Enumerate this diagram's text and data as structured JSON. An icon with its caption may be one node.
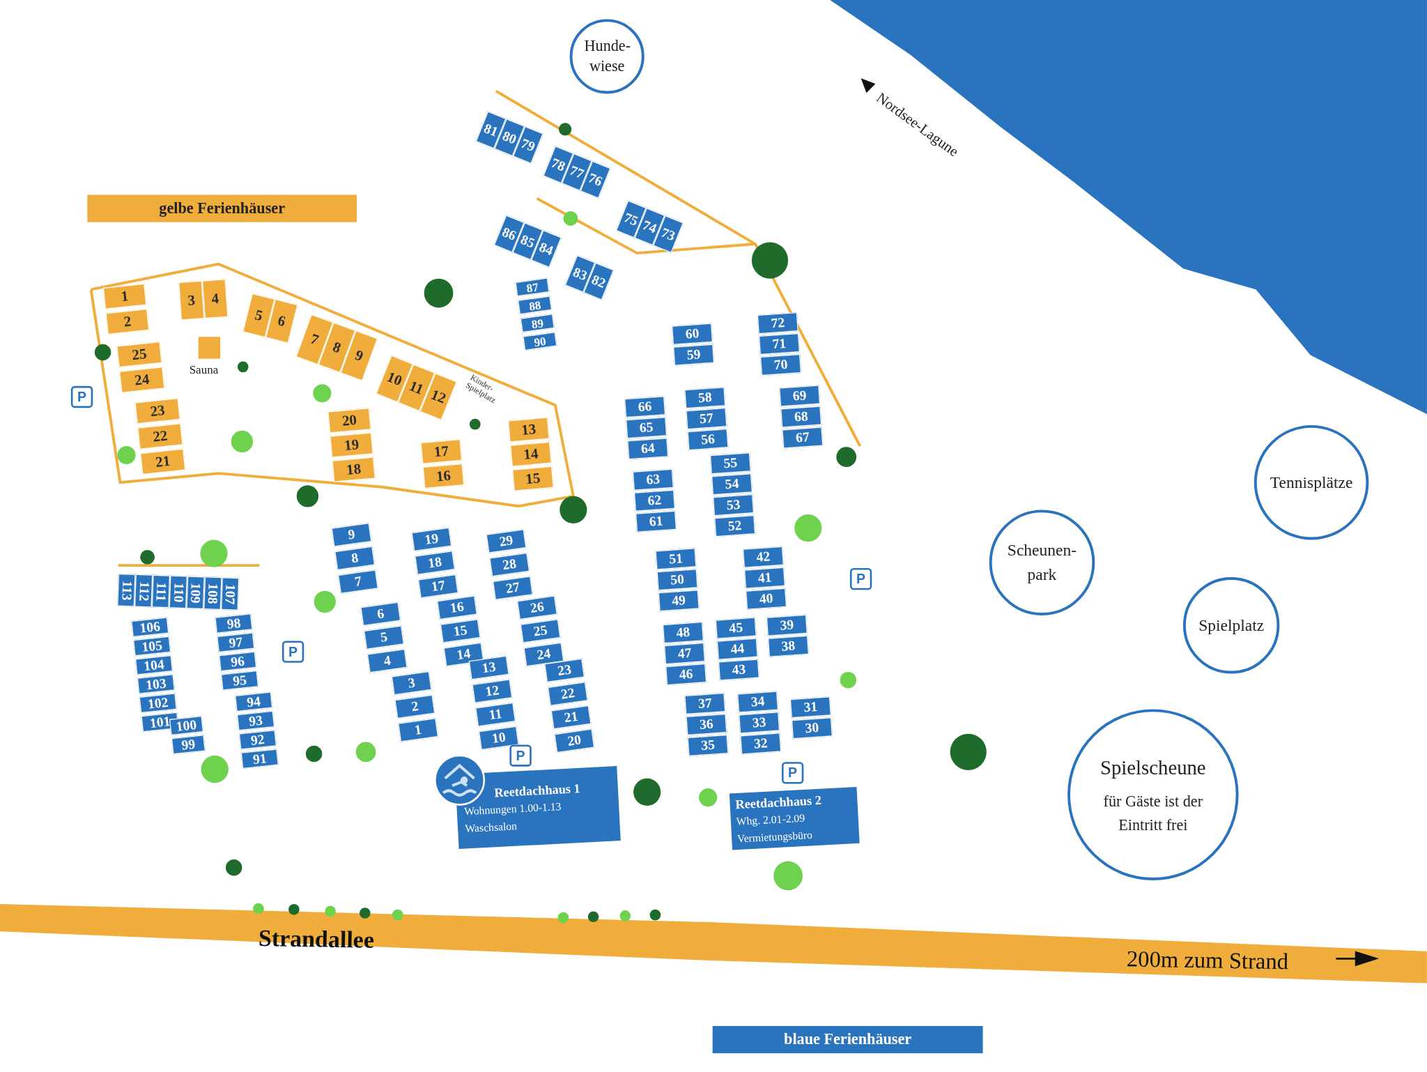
{
  "diagram": {
    "nodes": [
      {
        "text": [
          "Hunde-wiese"
        ]
      },
      {
        "text": [
          "Tennisplätze"
        ]
      },
      {
        "text": [
          "Scheunen-park"
        ]
      },
      {
        "text": [
          "Spielplatz"
        ]
      },
      {
        "text": [
          "Spielscheune",
          "für Gäste ist der Eintritt frei"
        ]
      },
      {
        "text": [
          "Reetdachhaus 1",
          "Wohnungen 1.00-1.13",
          "Waschsalon"
        ]
      },
      {
        "text": [
          "Reetdachhaus 2",
          "Whg. 2.01-2.09",
          "Vermietungsbüro"
        ]
      },
      {
        "text": [],
        "shape": "box",
        "beside": [
          "Sauna"
        ]
      },
      {
        "text": [
          "1"
        ]
      },
      {
        "text": [
          "2"
        ]
      },
      {
        "text": [
          "3"
        ]
      },
      {
        "text": [
          "4"
        ]
      },
      {
        "text": [
          "5"
        ]
      },
      {
        "text": [
          "6"
        ]
      },
      {
        "text": [
          "7"
        ]
      },
      {
        "text": [
          "8"
        ]
      },
      {
        "text": [
          "9"
        ]
      },
      {
        "text": [
          "10"
        ]
      },
      {
        "text": [
          "11"
        ]
      },
      {
        "text": [
          "12"
        ]
      },
      {
        "text": [
          "13"
        ]
      },
      {
        "text": [
          "14"
        ]
      },
      {
        "text": [
          "15"
        ]
      },
      {
        "text": [
          "16"
        ]
      },
      {
        "text": [
          "17"
        ]
      },
      {
        "text": [
          "18"
        ]
      },
      {
        "text": [
          "19"
        ]
      },
      {
        "text": [
          "20"
        ]
      },
      {
        "text": [
          "21"
        ]
      },
      {
        "text": [
          "22"
        ]
      },
      {
        "text": [
          "23"
        ]
      },
      {
        "text": [
          "24"
        ]
      },
      {
        "text": [
          "25"
        ]
      },
      {
        "text": [
          "1"
        ]
      },
      {
        "text": [
          "2"
        ]
      },
      {
        "text": [
          "3"
        ]
      },
      {
        "text": [
          "4"
        ]
      },
      {
        "text": [
          "5"
        ]
      },
      {
        "text": [
          "6"
        ]
      },
      {
        "text": [
          "7"
        ]
      },
      {
        "text": [
          "8"
        ]
      },
      {
        "text": [
          "9"
        ]
      },
      {
        "text": [
          "10"
        ]
      },
      {
        "text": [
          "11"
        ]
      },
      {
        "text": [
          "12"
        ]
      },
      {
        "text": [
          "13"
        ]
      },
      {
        "text": [
          "14"
        ]
      },
      {
        "text": [
          "15"
        ]
      },
      {
        "text": [
          "16"
        ]
      },
      {
        "text": [
          "17"
        ]
      },
      {
        "text": [
          "18"
        ]
      },
      {
        "text": [
          "19"
        ]
      },
      {
        "text": [
          "20"
        ]
      },
      {
        "text": [
          "21"
        ]
      },
      {
        "text": [
          "22"
        ]
      },
      {
        "text": [
          "23"
        ]
      },
      {
        "text": [
          "24"
        ]
      },
      {
        "text": [
          "25"
        ]
      },
      {
        "text": [
          "26"
        ]
      },
      {
        "text": [
          "27"
        ]
      },
      {
        "text": [
          "28"
        ]
      },
      {
        "text": [
          "29"
        ]
      },
      {
        "text": [
          "30"
        ]
      },
      {
        "text": [
          "31"
        ]
      },
      {
        "text": [
          "32"
        ]
      },
      {
        "text": [
          "33"
        ]
      },
      {
        "text": [
          "34"
        ]
      },
      {
        "text": [
          "35"
        ]
      },
      {
        "text": [
          "36"
        ]
      },
      {
        "text": [
          "37"
        ]
      },
      {
        "text": [
          "38"
        ]
      },
      {
        "text": [
          "39"
        ]
      },
      {
        "text": [
          "40"
        ]
      },
      {
        "text": [
          "41"
        ]
      },
      {
        "text": [
          "42"
        ]
      },
      {
        "text": [
          "43"
        ]
      },
      {
        "text": [
          "44"
        ]
      },
      {
        "text": [
          "45"
        ]
      },
      {
        "text": [
          "46"
        ]
      },
      {
        "text": [
          "47"
        ]
      },
      {
        "text": [
          "48"
        ]
      },
      {
        "text": [
          "49"
        ]
      },
      {
        "text": [
          "50"
        ]
      },
      {
        "text": [
          "51"
        ]
      },
      {
        "text": [
          "52"
        ]
      },
      {
        "text": [
          "53"
        ]
      },
      {
        "text": [
          "54"
        ]
      },
      {
        "text": [
          "55"
        ]
      },
      {
        "text": [
          "56"
        ]
      },
      {
        "text": [
          "57"
        ]
      },
      {
        "text": [
          "58"
        ]
      },
      {
        "text": [
          "59"
        ]
      },
      {
        "text": [
          "60"
        ]
      },
      {
        "text": [
          "61"
        ]
      },
      {
        "text": [
          "62"
        ]
      },
      {
        "text": [
          "63"
        ]
      },
      {
        "text": [
          "64"
        ]
      },
      {
        "text": [
          "65"
        ]
      },
      {
        "text": [
          "66"
        ]
      },
      {
        "text": [
          "67"
        ]
      },
      {
        "text": [
          "68"
        ]
      },
      {
        "text": [
          "69"
        ]
      },
      {
        "text": [
          "70"
        ]
      },
      {
        "text": [
          "71"
        ]
      },
      {
        "text": [
          "72"
        ]
      },
      {
        "text": [
          "73"
        ]
      },
      {
        "text": [
          "74"
        ]
      },
      {
        "text": [
          "75"
        ]
      },
      {
        "text": [
          "76"
        ]
      },
      {
        "text": [
          "77"
        ]
      },
      {
        "text": [
          "78"
        ]
      },
      {
        "text": [
          "79"
        ]
      },
      {
        "text": [
          "80"
        ]
      },
      {
        "text": [
          "81"
        ]
      },
      {
        "text": [
          "82"
        ]
      },
      {
        "text": [
          "83"
        ]
      },
      {
        "text": [
          "84"
        ]
      },
      {
        "text": [
          "85"
        ]
      },
      {
        "text": [
          "86"
        ]
      },
      {
        "text": [
          "87"
        ]
      },
      {
        "text": [
          "88"
        ]
      },
      {
        "text": [
          "89"
        ]
      },
      {
        "text": [
          "90"
        ]
      },
      {
        "text": [
          "91"
        ]
      },
      {
        "text": [
          "92"
        ]
      },
      {
        "text": [
          "93"
        ]
      },
      {
        "text": [
          "94"
        ]
      },
      {
        "text": [
          "95"
        ]
      },
      {
        "text": [
          "96"
        ]
      },
      {
        "text": [
          "97"
        ]
      },
      {
        "text": [
          "98"
        ]
      },
      {
        "text": [
          "99"
        ]
      },
      {
        "text": [
          "100"
        ]
      },
      {
        "text": [
          "101"
        ]
      },
      {
        "text": [
          "102"
        ]
      },
      {
        "text": [
          "103"
        ]
      },
      {
        "text": [
          "104"
        ]
      },
      {
        "text": [
          "105"
        ]
      },
      {
        "text": [
          "106"
        ]
      },
      {
        "text": [
          "107"
        ]
      },
      {
        "text": [
          "108"
        ]
      },
      {
        "text": [
          "109"
        ]
      },
      {
        "text": [
          "110"
        ]
      },
      {
        "text": [
          "111"
        ]
      },
      {
        "text": [
          "112"
        ]
      },
      {
        "text": [
          "113"
        ]
      }
    ],
    "labels": [
      "Nordsee-Lagune",
      "Kinder-Spielplatz",
      "P",
      "P",
      "P",
      "P",
      "P",
      "Strandallee",
      "200m zum Strand"
    ],
    "legend": [
      {
        "text": "gelbe Ferienhäuser",
        "color": "#f0ad3c"
      },
      {
        "text": "blaue Ferienhäuser",
        "color": "#2a73be"
      }
    ]
  }
}
